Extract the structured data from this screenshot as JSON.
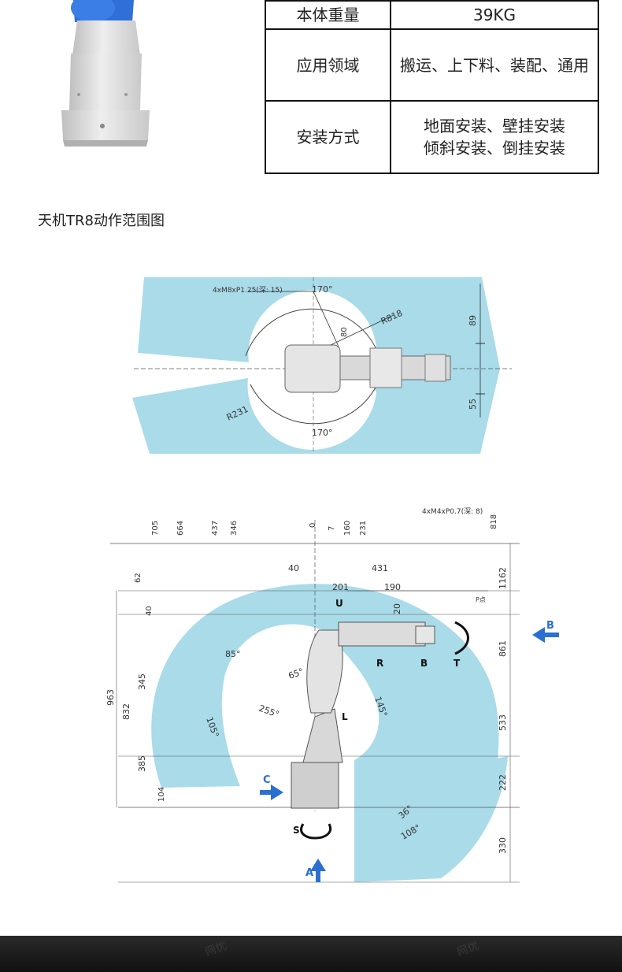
{
  "spec_table": [
    {
      "key": "本体重量",
      "value": [
        "39KG"
      ]
    },
    {
      "key": "应用领域",
      "value": [
        "搬运、上下料、装配、通用"
      ]
    },
    {
      "key": "安装方式",
      "value": [
        "地面安装、壁挂安装",
        "倾斜安装、倒挂安装"
      ]
    }
  ],
  "caption": "天机TR8动作范围图",
  "top_view": {
    "label_mount": "4xM8xP1.25(深: 15)",
    "angle_top": "170°",
    "angle_bottom": "170°",
    "r_outer": "R818",
    "r_inner": "R231",
    "d80": "80",
    "d89": "89",
    "d55": "55"
  },
  "side_view": {
    "top_dims": [
      "705",
      "664",
      "437",
      "346",
      "0",
      "7",
      "160",
      "231"
    ],
    "dim_818": "818",
    "label_mount": "4xM4xP0.7(深: 8)",
    "label_p": "P点",
    "d40": "40",
    "d431": "431",
    "d201": "201",
    "d190": "190",
    "d20": "20",
    "left_dims": [
      "62",
      "40",
      "963",
      "832",
      "345",
      "385",
      "104"
    ],
    "right_dims": [
      "1162",
      "861",
      "533",
      "222",
      "330"
    ],
    "angles": [
      "85°",
      "105°",
      "255°",
      "65°",
      "145°",
      "36°",
      "108°"
    ],
    "axes": [
      "U",
      "R",
      "B",
      "T",
      "L",
      "S"
    ],
    "views": [
      "A",
      "B",
      "C"
    ]
  },
  "colors": {
    "zone": "#a9dbe9",
    "arrow": "#2a6fd1"
  },
  "footer_watermark": [
    "网优",
    "网优"
  ]
}
